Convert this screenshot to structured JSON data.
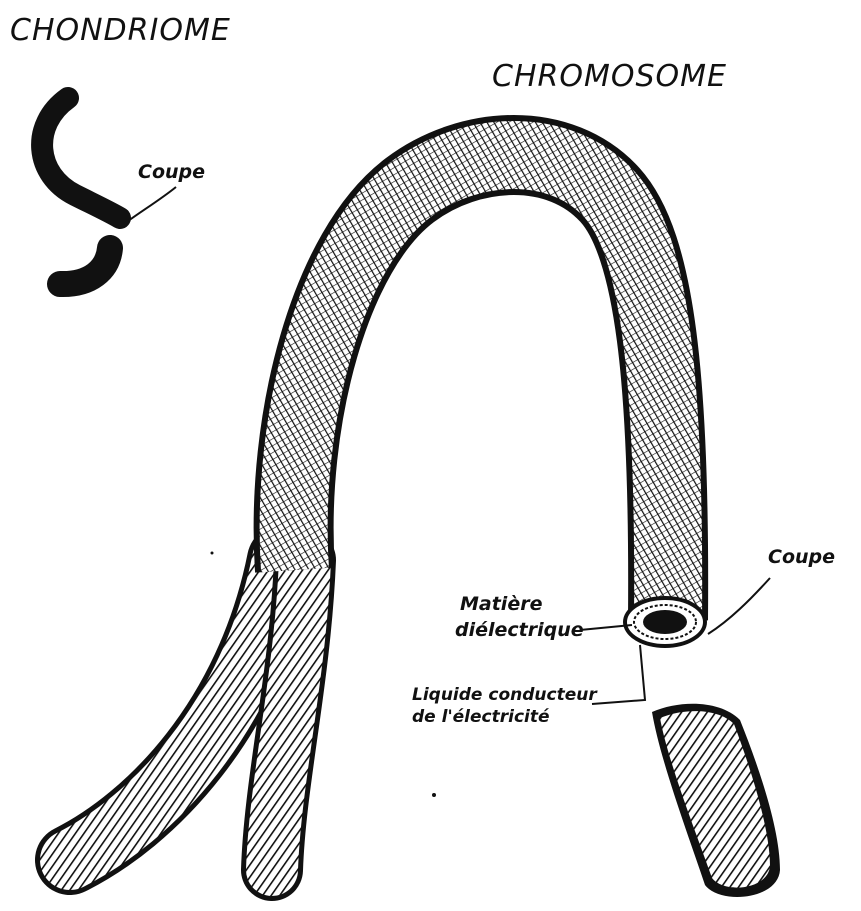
{
  "labels": {
    "chondriome_title": "CHONDRIOME",
    "chromosome_title": "CHROMOSOME",
    "coupe_chondriome": "Coupe",
    "coupe_chromosome": "Coupe",
    "matiere_line1": "Matière",
    "matiere_line2": "diélectrique",
    "liquide_line1": "Liquide conducteur",
    "liquide_line2": "de l'électricité"
  },
  "colors": {
    "ink": "#111111",
    "background": "#ffffff"
  }
}
